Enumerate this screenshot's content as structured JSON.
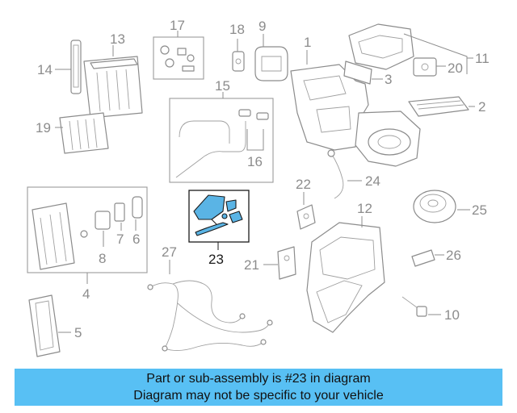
{
  "callouts": {
    "c1": "1",
    "c2": "2",
    "c3": "3",
    "c4": "4",
    "c5": "5",
    "c6": "6",
    "c7": "7",
    "c8": "8",
    "c9": "9",
    "c10": "10",
    "c11": "11",
    "c12": "12",
    "c13": "13",
    "c14": "14",
    "c15": "15",
    "c16": "16",
    "c17": "17",
    "c18": "18",
    "c19": "19",
    "c20": "20",
    "c21": "21",
    "c22": "22",
    "c23": "23",
    "c24": "24",
    "c25": "25",
    "c26": "26",
    "c27": "27"
  },
  "highlighted_part": "23",
  "colors": {
    "highlight": "#5ab4e5",
    "banner": "#58c0f4",
    "line_art": "#8c8c8c"
  },
  "banner": {
    "line1": "Part or sub-assembly is #23 in diagram",
    "line2": "Diagram may not be specific to your vehicle"
  }
}
